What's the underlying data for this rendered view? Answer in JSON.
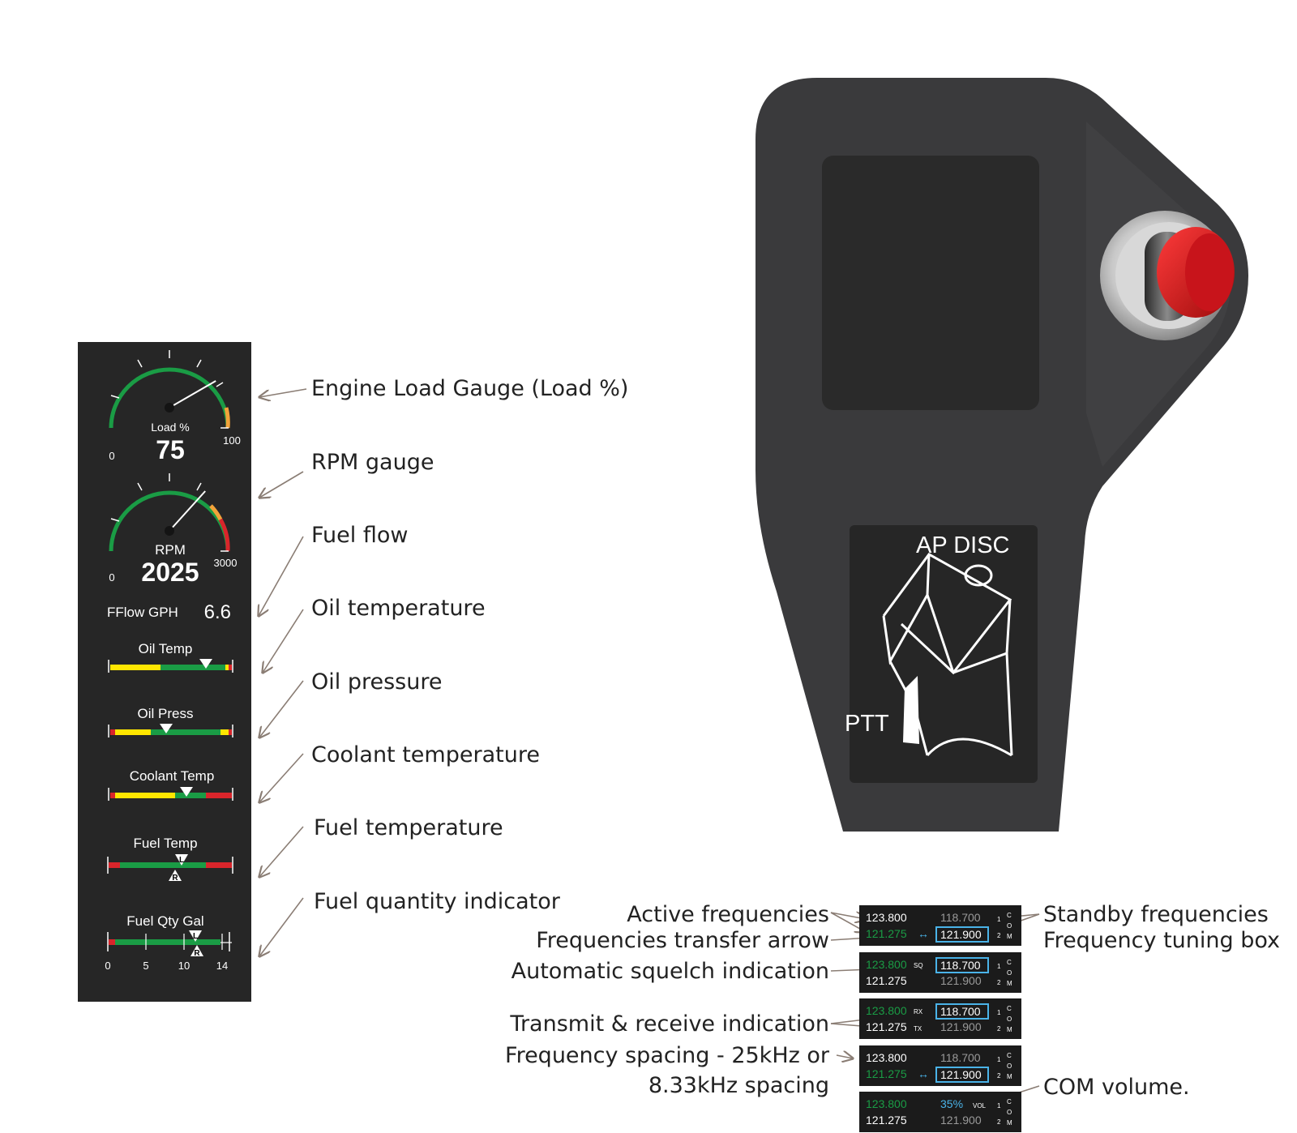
{
  "engine_panel": {
    "load": {
      "label": "Load %",
      "value": "75",
      "min": "0",
      "max": "100",
      "percent": 75
    },
    "rpm": {
      "label": "RPM",
      "value": "2025",
      "min": "0",
      "max": "3000",
      "rpm_value": 2025
    },
    "fuel_flow": {
      "label": "FFlow GPH",
      "value": "6.6"
    },
    "oil_temp": {
      "label": "Oil Temp"
    },
    "oil_press": {
      "label": "Oil Press"
    },
    "coolant_temp": {
      "label": "Coolant Temp"
    },
    "fuel_temp": {
      "label": "Fuel Temp",
      "left_marker": "L",
      "right_marker": "R"
    },
    "fuel_qty": {
      "label": "Fuel Qty Gal",
      "ticks": [
        "0",
        "5",
        "10",
        "14"
      ],
      "left_marker": "L",
      "right_marker": "R"
    }
  },
  "left_callouts": [
    "Engine Load Gauge (Load %)",
    "RPM gauge",
    "Fuel flow",
    "Oil temperature",
    "Oil pressure",
    "Coolant temperature",
    "Fuel temperature",
    "Fuel quantity indicator"
  ],
  "stick": {
    "ap_label": "AP DISC",
    "ptt_label": "PTT"
  },
  "com_callouts": {
    "active": "Active frequencies",
    "transfer": "Frequencies transfer arrow",
    "squelch": "Automatic squelch indication",
    "txrx": "Transmit & receive indication",
    "spacing_line1": "Frequency spacing - 25kHz or",
    "spacing_line2": "8.33kHz spacing",
    "standby": "Standby frequencies",
    "tuning": "Frequency tuning box",
    "volume": "COM volume."
  },
  "com_strips": [
    {
      "top_active": "123.800",
      "bottom_active": "121.275",
      "top_right": "118.700",
      "bottom_right": "121.900"
    },
    {
      "top_active": "123.800",
      "bottom_active": "121.275",
      "tag": "SQ",
      "top_right": "118.700",
      "bottom_right": "121.900"
    },
    {
      "top_active": "123.800",
      "bottom_active": "121.275",
      "tag": "RX",
      "tag2": "TX",
      "top_right": "118.700",
      "bottom_right": "121.900"
    },
    {
      "top_active": "123.800",
      "bottom_active": "121.275",
      "top_right": "118.700",
      "bottom_right": "121.900"
    },
    {
      "top_active": "123.800",
      "bottom_active": "121.275",
      "vol": "35%",
      "vol_label": "VOL",
      "bottom_right": "121.900"
    }
  ],
  "com_side": {
    "n1": "1",
    "n2": "2",
    "c": "C",
    "o": "O",
    "m": "M",
    "arrow": "↔"
  },
  "colors": {
    "green": "#1a9c45",
    "yellow": "#ffe600",
    "red": "#d9252b",
    "orange": "#f2a33a",
    "cyan": "#4ab3e8",
    "panel": "#262626"
  }
}
